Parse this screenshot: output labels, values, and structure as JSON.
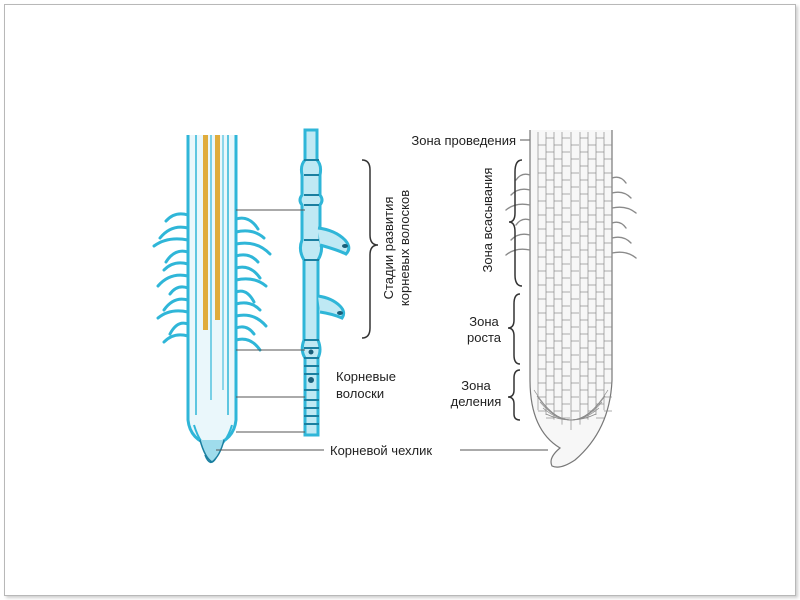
{
  "labels": {
    "conduction_zone": "Зона проведения",
    "absorption_zone": "Зона всасывания",
    "growth_zone_line1": "Зона",
    "growth_zone_line2": "роста",
    "division_zone_line1": "Зона",
    "division_zone_line2": "деления",
    "hair_stages_line1": "Стадии развития",
    "hair_stages_line2": "корневых волосков",
    "root_hairs_line1": "Корневые",
    "root_hairs_line2": "волоски",
    "root_cap": "Корневой чехлик"
  },
  "colors": {
    "root_cyan": "#2fb6d8",
    "root_cyan_dark": "#1a7fa0",
    "vascular_yellow": "#e0ac3c",
    "line_gray": "#555555",
    "cell_gray": "#8a8a8a"
  }
}
